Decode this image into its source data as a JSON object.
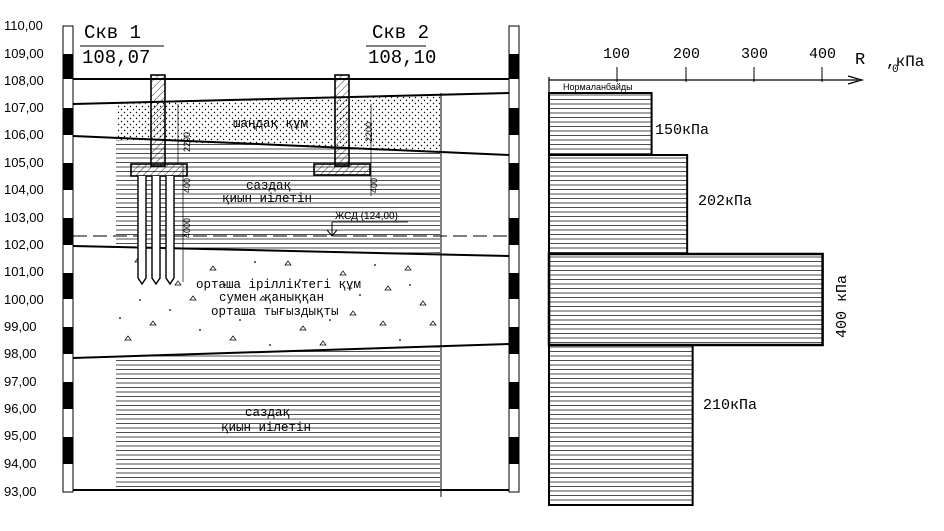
{
  "elevation_labels": [
    "110,00",
    "109,00",
    "108,00",
    "107,00",
    "106,00",
    "105,00",
    "104,00",
    "103,00",
    "102,00",
    "101,00",
    "100,00",
    "99,00",
    "98,00",
    "97,00",
    "96,00",
    "95,00",
    "94,00",
    "93,00"
  ],
  "boreholes": [
    {
      "name": "Скв 1",
      "elevation": "108,07"
    },
    {
      "name": "Скв 2",
      "elevation": "108,10"
    }
  ],
  "soil_layers": {
    "sand": "шаңдақ құм",
    "loam_upper": [
      "саздақ",
      "қиын иілетін"
    ],
    "coarse_sand": [
      "орташа ірілліктегі құм",
      "сумен қаныққан",
      "орташа тығыздықты"
    ],
    "loam_lower": [
      "саздақ",
      "қиын иілетін"
    ]
  },
  "water_level": "ЖСД (124,00)",
  "dimensions": {
    "f1_depth": "2200",
    "f1_pad": "400",
    "pile_length": "4000",
    "f2_depth": "2200",
    "f2_pad": "400"
  },
  "r_axis": {
    "label": "R",
    "sub": "0",
    "unit": ",кПа",
    "ticks": [
      "100",
      "200",
      "300",
      "400"
    ]
  },
  "chart_title": "Нормаланбайды",
  "resistance_values": [
    {
      "label": "150кПа",
      "value": 150
    },
    {
      "label": "202кПа",
      "value": 202
    },
    {
      "label": "400 кПа",
      "value": 400
    },
    {
      "label": "210кПа",
      "value": 210
    }
  ]
}
